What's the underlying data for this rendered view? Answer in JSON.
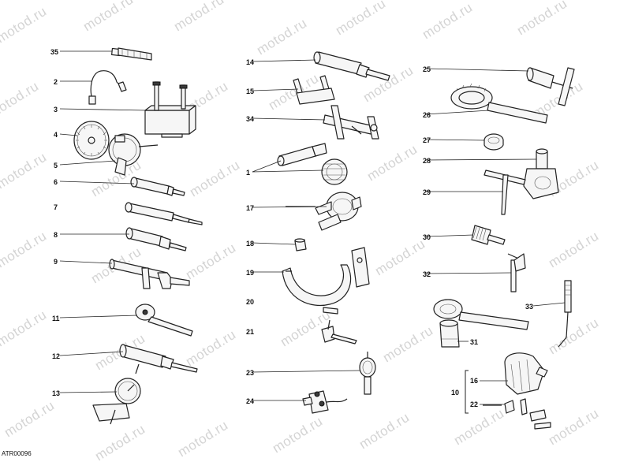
{
  "figure": {
    "reference_code": "ATR00096",
    "watermark_text": "motod.ru",
    "callouts": [
      "35",
      "2",
      "3",
      "4",
      "5",
      "6",
      "7",
      "8",
      "9",
      "11",
      "12",
      "13",
      "14",
      "15",
      "34",
      "1",
      "17",
      "18",
      "19",
      "20",
      "21",
      "23",
      "24",
      "25",
      "26",
      "27",
      "28",
      "29",
      "30",
      "32",
      "33",
      "31",
      "10",
      "16",
      "22"
    ]
  },
  "colors": {
    "ink": "#222222",
    "watermark": "#d4d4d4",
    "background": "#ffffff"
  }
}
